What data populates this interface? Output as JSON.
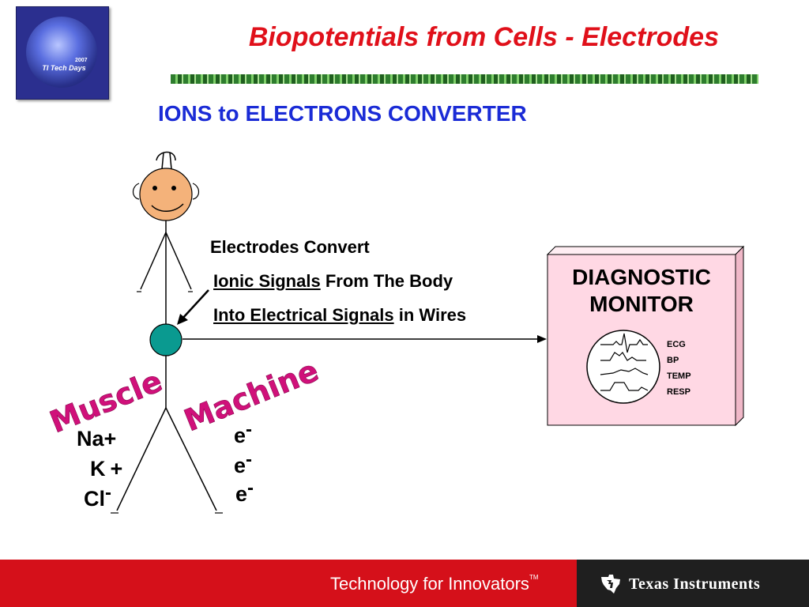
{
  "logo": {
    "text": "TI Tech Days",
    "year": "2007"
  },
  "title": "Biopotentials from Cells - Electrodes",
  "subtitle": "IONS to ELECTRONS CONVERTER",
  "explanation": {
    "line1": "Electrodes Convert",
    "line2_underlined": "Ionic Signals",
    "line2_rest": " From The Body",
    "line3_underlined": "Into Electrical Signals",
    "line3_rest": " in Wires"
  },
  "monitor": {
    "title_line1": "DIAGNOSTIC",
    "title_line2": "MONITOR",
    "items": [
      "ECG",
      "BP",
      "TEMP",
      "RESP"
    ]
  },
  "labels": {
    "muscle": "Muscle",
    "machine": "Machine"
  },
  "ions": [
    {
      "symbol": "Na",
      "charge": "+"
    },
    {
      "symbol": "K",
      "charge": "+"
    },
    {
      "symbol": "Cl",
      "charge": "-"
    }
  ],
  "electrons": [
    {
      "symbol": "e",
      "charge": "-"
    },
    {
      "symbol": "e",
      "charge": "-"
    },
    {
      "symbol": "e",
      "charge": "-"
    }
  ],
  "footer": {
    "slogan": "Technology for Innovators",
    "slogan_tm": "TM",
    "company": "Texas Instruments"
  },
  "colors": {
    "title_red": "#e0101a",
    "subtitle_blue": "#1a2bd6",
    "label_magenta": "#d0107a",
    "electrode_teal": "#0a9a90",
    "face_orange": "#f4b27a",
    "monitor_pink": "#ffd8e4",
    "footer_red": "#d5101a",
    "footer_dark": "#1f1f1f"
  },
  "icons": [
    "ti-tech-days-logo",
    "stick-figure",
    "electrode-dot",
    "waveform-display-icon",
    "texas-instruments-logo-icon"
  ]
}
